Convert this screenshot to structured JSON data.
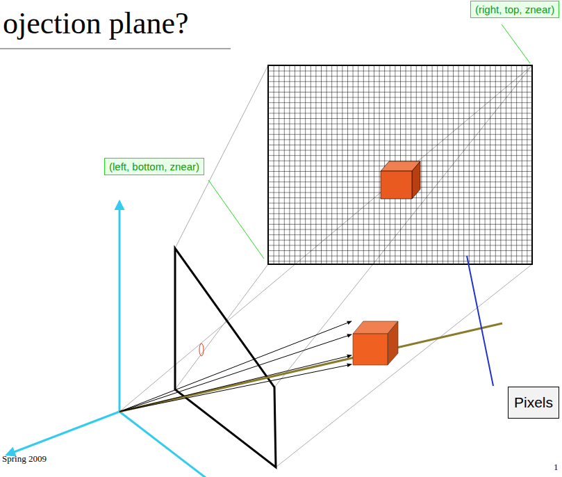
{
  "diagram": {
    "title": "ojection plane?",
    "nodes": [
      {
        "text": [
          "(right, top, znear)"
        ]
      },
      {
        "text": [
          "(left, bottom, znear)"
        ]
      },
      {
        "text": [
          "Pixels"
        ]
      }
    ],
    "labels": [
      "Spring 2009",
      "1"
    ]
  }
}
